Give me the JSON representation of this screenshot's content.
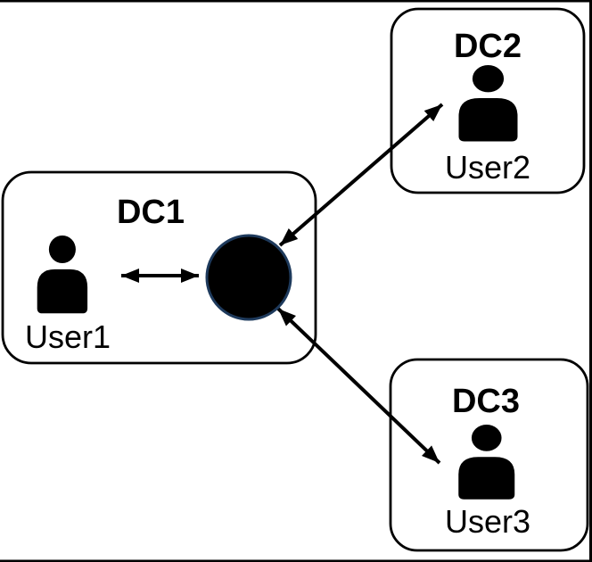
{
  "figure": {
    "type": "network-diagram",
    "background": "#ffffff"
  },
  "nodes": {
    "dc1": {
      "label": "DC1",
      "user_label": "User1"
    },
    "dc2": {
      "label": "DC2",
      "user_label": "User2"
    },
    "dc3": {
      "label": "DC3",
      "user_label": "User3"
    }
  },
  "hub": {
    "name": "central-hub-circle",
    "fill": "#000000",
    "stroke": "#1e3a5c"
  },
  "connections": [
    {
      "from": "User1",
      "to": "hub",
      "bidirectional": true
    },
    {
      "from": "hub",
      "to": "DC2",
      "bidirectional": true
    },
    {
      "from": "hub",
      "to": "DC3",
      "bidirectional": true
    }
  ],
  "colors": {
    "box_border": "#000000",
    "arrow": "#000000",
    "frame_border": "#000000",
    "text": "#000000"
  },
  "icons": {
    "user": "user-person-icon"
  }
}
